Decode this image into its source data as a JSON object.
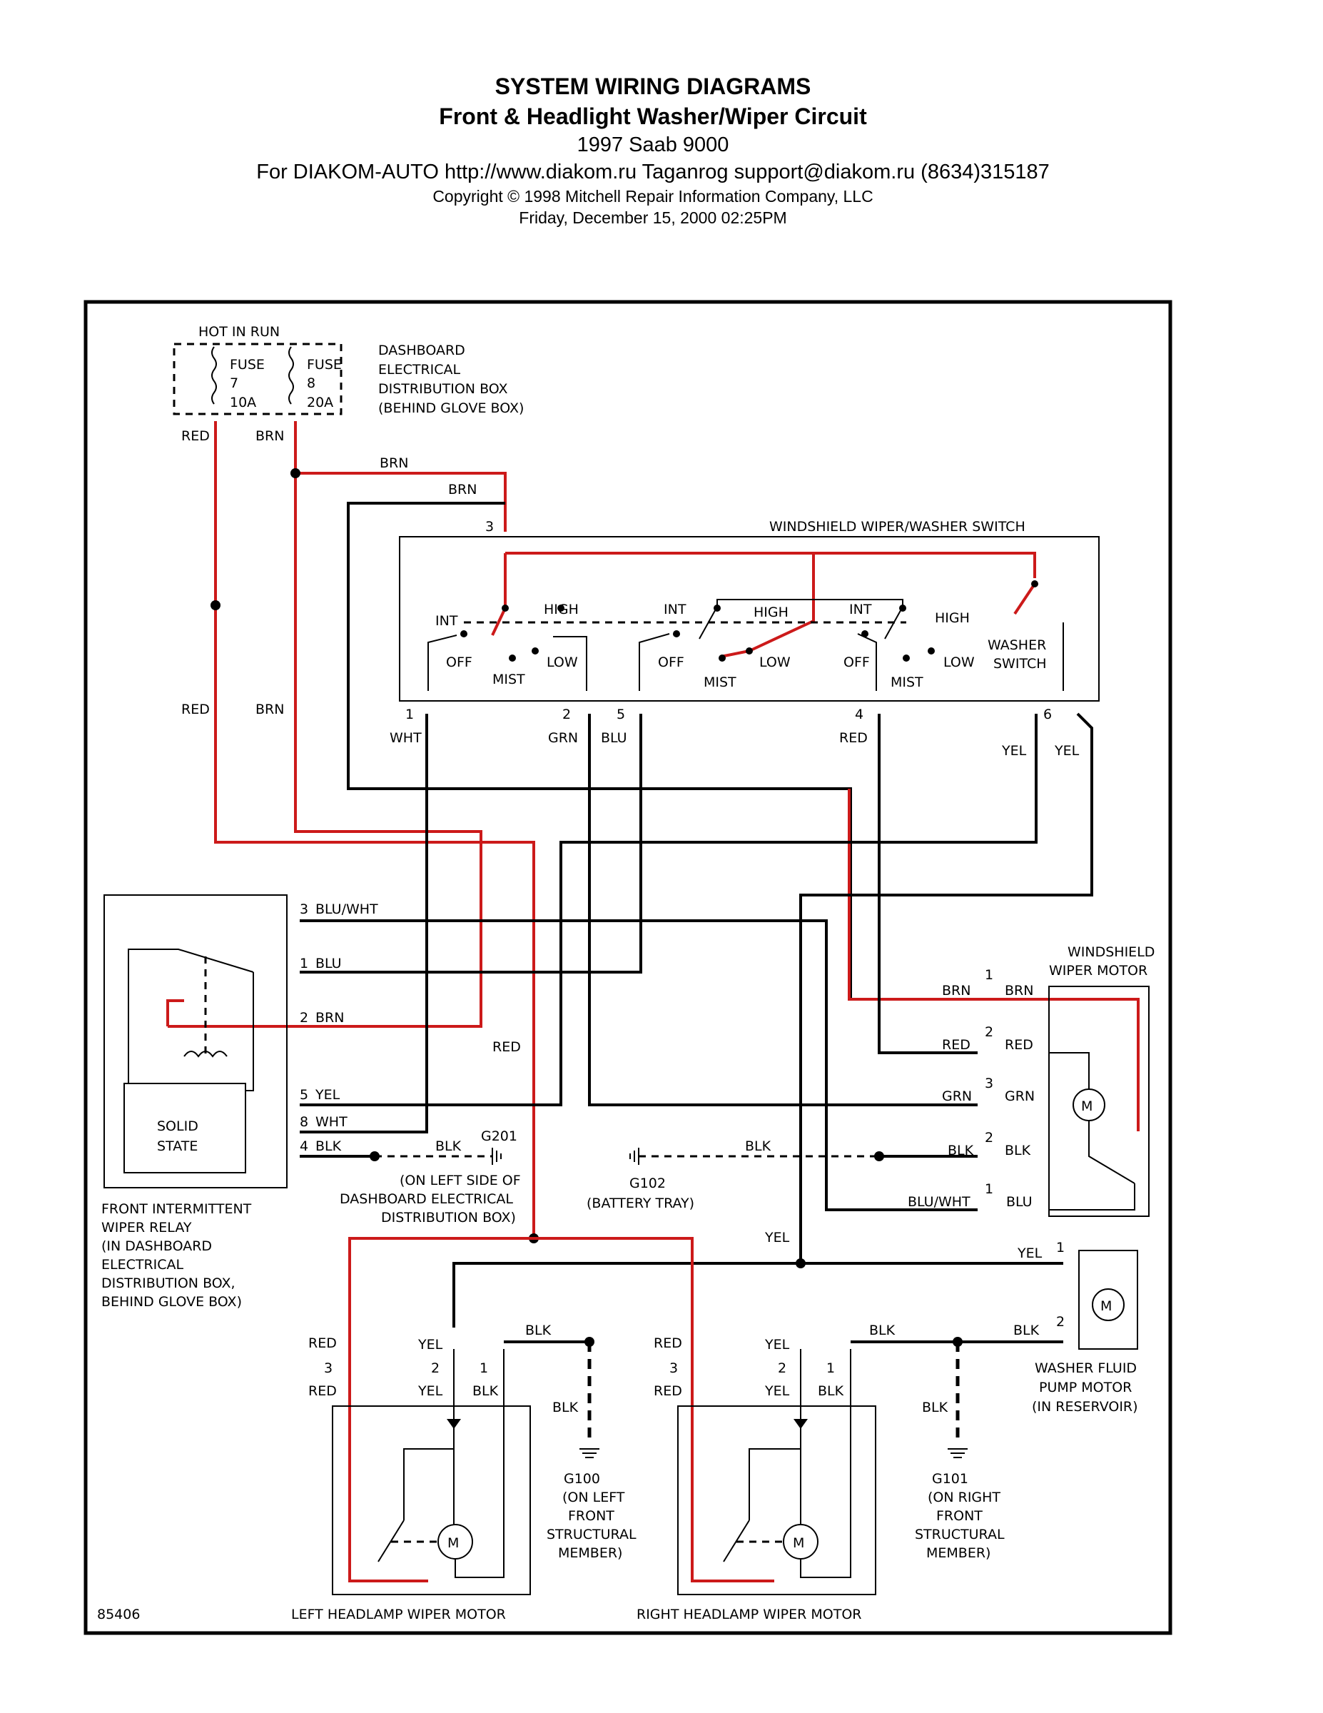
{
  "header": {
    "title": "SYSTEM WIRING DIAGRAMS",
    "subtitle": "Front & Headlight Washer/Wiper Circuit",
    "vehicle": "1997 Saab 9000",
    "dealer": "For DIAKOM-AUTO http://www.diakom.ru Taganrog support@diakom.ru (8634)315187",
    "copyright": "Copyright © 1998 Mitchell Repair Information Company, LLC",
    "timestamp": "Friday, December 15, 2000  02:25PM"
  },
  "fusebox": {
    "hot_label": "HOT IN RUN",
    "fuse7": [
      "FUSE",
      "7",
      "10A"
    ],
    "fuse8": [
      "FUSE",
      "8",
      "20A"
    ],
    "description": [
      "DASHBOARD",
      "ELECTRICAL",
      "DISTRIBUTION BOX",
      "(BEHIND GLOVE BOX)"
    ]
  },
  "switch": {
    "title": "WINDSHIELD WIPER/WASHER SWITCH",
    "positions": [
      "INT",
      "HIGH",
      "OFF",
      "LOW",
      "MIST"
    ],
    "washer": [
      "WASHER",
      "SWITCH"
    ]
  },
  "wires": {
    "red": "RED",
    "brn": "BRN",
    "wht": "WHT",
    "grn": "GRN",
    "blu": "BLU",
    "yel": "YEL",
    "blk": "BLK",
    "blu_wht": "BLU/WHT"
  },
  "pins": [
    "1",
    "2",
    "3",
    "4",
    "5",
    "6",
    "8"
  ],
  "relay": {
    "inner": [
      "SOLID",
      "STATE"
    ],
    "label": [
      "FRONT INTERMITTENT",
      "WIPER RELAY",
      "(IN DASHBOARD",
      "ELECTRICAL",
      "DISTRIBUTION BOX,",
      "BEHIND GLOVE BOX)"
    ]
  },
  "grounds": {
    "g201": [
      "G201",
      "(ON LEFT SIDE OF",
      "DASHBOARD ELECTRICAL",
      "DISTRIBUTION BOX)"
    ],
    "g102": [
      "G102",
      "(BATTERY TRAY)"
    ],
    "g100": [
      "G100",
      "(ON LEFT",
      "FRONT",
      "STRUCTURAL",
      "MEMBER)"
    ],
    "g101": [
      "G101",
      "(ON RIGHT",
      "FRONT",
      "STRUCTURAL",
      "MEMBER)"
    ]
  },
  "motors": {
    "windshield": [
      "WINDSHIELD",
      "WIPER MOTOR"
    ],
    "pump": [
      "WASHER FLUID",
      "PUMP MOTOR",
      "(IN RESERVOIR)"
    ],
    "left_headlamp": "LEFT HEADLAMP WIPER MOTOR",
    "right_headlamp": "RIGHT HEADLAMP WIPER MOTOR",
    "motor_symbol": "M"
  },
  "figure_number": "85406",
  "colors": {
    "power_wire": "#cc1a1a",
    "wire": "#000000",
    "background": "#ffffff"
  }
}
